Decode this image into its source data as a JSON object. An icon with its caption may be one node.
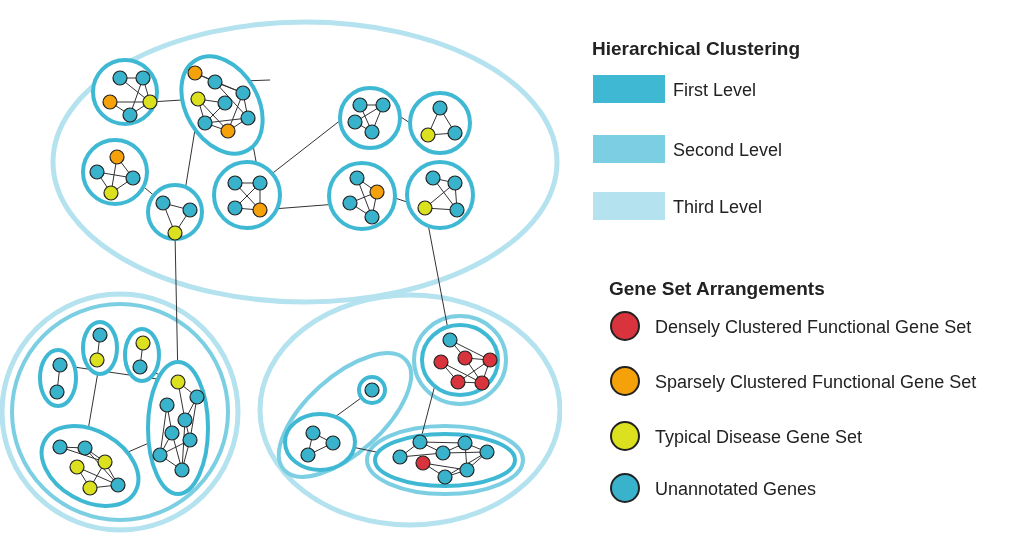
{
  "diagram": {
    "labels": [
      "Hierarchical Clustering",
      "Gene Set Arrangements"
    ],
    "legend": [
      {
        "text": "First Level",
        "color": "#3fb9d3"
      },
      {
        "text": "Second Level",
        "color": "#7ccfe3"
      },
      {
        "text": "Third Level",
        "color": "#b4e2ef"
      },
      {
        "text": "Densely Clustered Functional Gene Set",
        "color": "#d9343d"
      },
      {
        "text": "Sparsely Clustered Functional Gene Set",
        "color": "#f5a20a"
      },
      {
        "text": "Typical Disease Gene Set",
        "color": "#dce11f"
      },
      {
        "text": "Unannotated Genes",
        "color": "#39b2cc"
      }
    ]
  }
}
